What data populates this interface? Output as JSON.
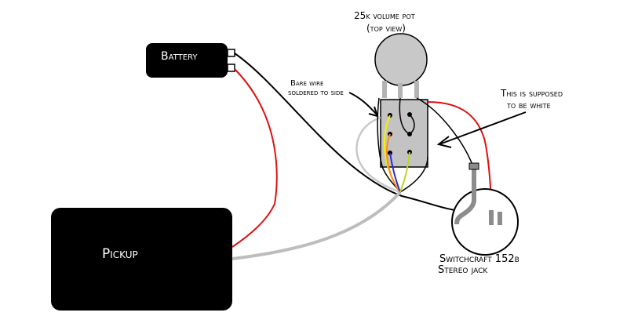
{
  "labels": {
    "battery": "Battery",
    "pickup": "Pickup",
    "pot_title": "25k volume pot",
    "pot_subtitle": "(top view)",
    "bare_wire_1": "Bare wire",
    "bare_wire_2": "soldered to side",
    "white_note_1": "This is supposed",
    "white_note_2": "to be white",
    "jack_1": "Switchcraft 152b",
    "jack_2": "Stereo jack"
  },
  "colors": {
    "background": "#ffffff",
    "component_fill": "#000000",
    "pot_body": "#c8c8c8",
    "pot_lugs": "#b4b4b4",
    "switch_body": "#c3c3c3",
    "wire_black": "#000000",
    "wire_red": "#e01010",
    "wire_gray": "#bdbdbd",
    "wire_white_outline": "#c8c8c8",
    "wire_yellow": "#f2f200",
    "wire_orange": "#ff8a1f",
    "wire_blue": "#2a2ad6",
    "wire_yellowgreen": "#b6d82a",
    "jack_pin": "#8c8c8c"
  }
}
